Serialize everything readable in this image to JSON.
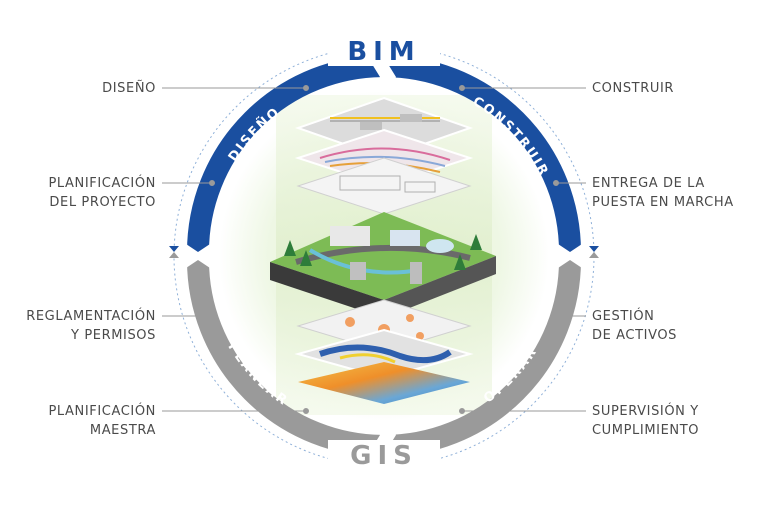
{
  "top_title": "BIM",
  "bottom_title": "GIS",
  "ring_labels": {
    "top_left": "DISEÑO",
    "top_right": "CONSTRUIR",
    "bottom_left": "PLANEAR",
    "bottom_right": "OPERAR"
  },
  "side_labels": {
    "left": [
      {
        "line1": "DISEÑO",
        "line2": ""
      },
      {
        "line1": "PLANIFICACIÓN",
        "line2": "DEL PROYECTO"
      },
      {
        "line1": "REGLAMENTACIÓN",
        "line2": "Y PERMISOS"
      },
      {
        "line1": "PLANIFICACIÓN",
        "line2": "MAESTRA"
      }
    ],
    "right": [
      {
        "line1": "CONSTRUIR",
        "line2": ""
      },
      {
        "line1": "ENTREGA DE LA",
        "line2": "PUESTA EN MARCHA"
      },
      {
        "line1": "GESTIÓN",
        "line2": "DE ACTIVOS"
      },
      {
        "line1": "SUPERVISIÓN Y",
        "line2": "CUMPLIMIENTO"
      }
    ]
  },
  "colors": {
    "bim_blue": "#1a4fa0",
    "gis_gray": "#9a9a9a",
    "label_text": "#4a4a4a",
    "glow_green": "#d9ecc4"
  }
}
